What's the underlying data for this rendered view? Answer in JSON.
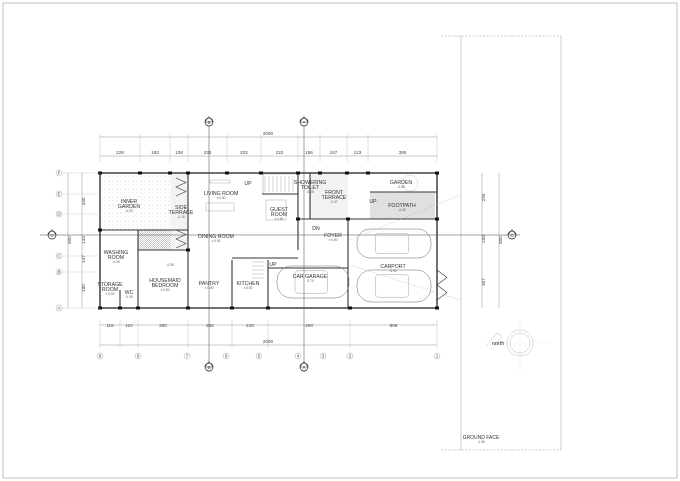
{
  "sheet": {
    "north_label": "north",
    "ground_face_label": "GROUND FACE",
    "ground_face_level": "-1.90"
  },
  "dimensions": {
    "top_total": "2000",
    "bottom_total": "2000",
    "top": [
      "228",
      "183",
      "108",
      "233",
      "203",
      "222",
      "156",
      "157",
      "123",
      "385"
    ],
    "bottom": [
      "118",
      "110",
      "300",
      "262",
      "210",
      "493",
      "506"
    ],
    "left": [
      "340",
      "133",
      "147",
      "180"
    ],
    "left_total": "800",
    "right": [
      "293",
      "200",
      "307"
    ],
    "right_total": "800"
  },
  "grid": {
    "columns": [
      "9",
      "8",
      "7",
      "6",
      "5",
      "4",
      "3",
      "2",
      "1"
    ],
    "rows": [
      "F",
      "E",
      "D",
      "C",
      "B",
      "A"
    ],
    "section_markers": [
      "B",
      "A",
      "C"
    ]
  },
  "rooms": [
    {
      "name": "INNER GARDEN",
      "level": "-0.20"
    },
    {
      "name": "SIDE TERRACE",
      "level": "-0.15"
    },
    {
      "name": "LIVING ROOM",
      "level": "± 0.00"
    },
    {
      "name": "DINING ROOM",
      "level": "± 0.00"
    },
    {
      "name": "GUEST ROOM",
      "level": "± 0.00"
    },
    {
      "name": "SHOWERING TOILET",
      "level": "-0.05"
    },
    {
      "name": "FRONT TERRACE",
      "level": "-0.07"
    },
    {
      "name": "GARDEN",
      "level": "-0.65"
    },
    {
      "name": "FOOTPATH",
      "level": "-0.65"
    },
    {
      "name": "FOYER",
      "level": "± 0.00"
    },
    {
      "name": "WASHING ROOM",
      "level": "-0.05"
    },
    {
      "name": "STORAGE ROOM",
      "level": "± 0.00"
    },
    {
      "name": "WC",
      "level": "-0.05"
    },
    {
      "name": "HOUSEMAID BEDROOM",
      "level": "± 0.00"
    },
    {
      "name": "PANTRY",
      "level": "± 0.00"
    },
    {
      "name": "KITCHEN",
      "level": "± 0.00"
    },
    {
      "name": "CAR GARAGE",
      "level": "-0.70"
    },
    {
      "name": "CARPORT",
      "level": "-0.90"
    }
  ],
  "annotations": {
    "up1": "UP",
    "up2": "UP",
    "up3": "UP",
    "dn": "DN",
    "misc_level": "-0.05"
  }
}
